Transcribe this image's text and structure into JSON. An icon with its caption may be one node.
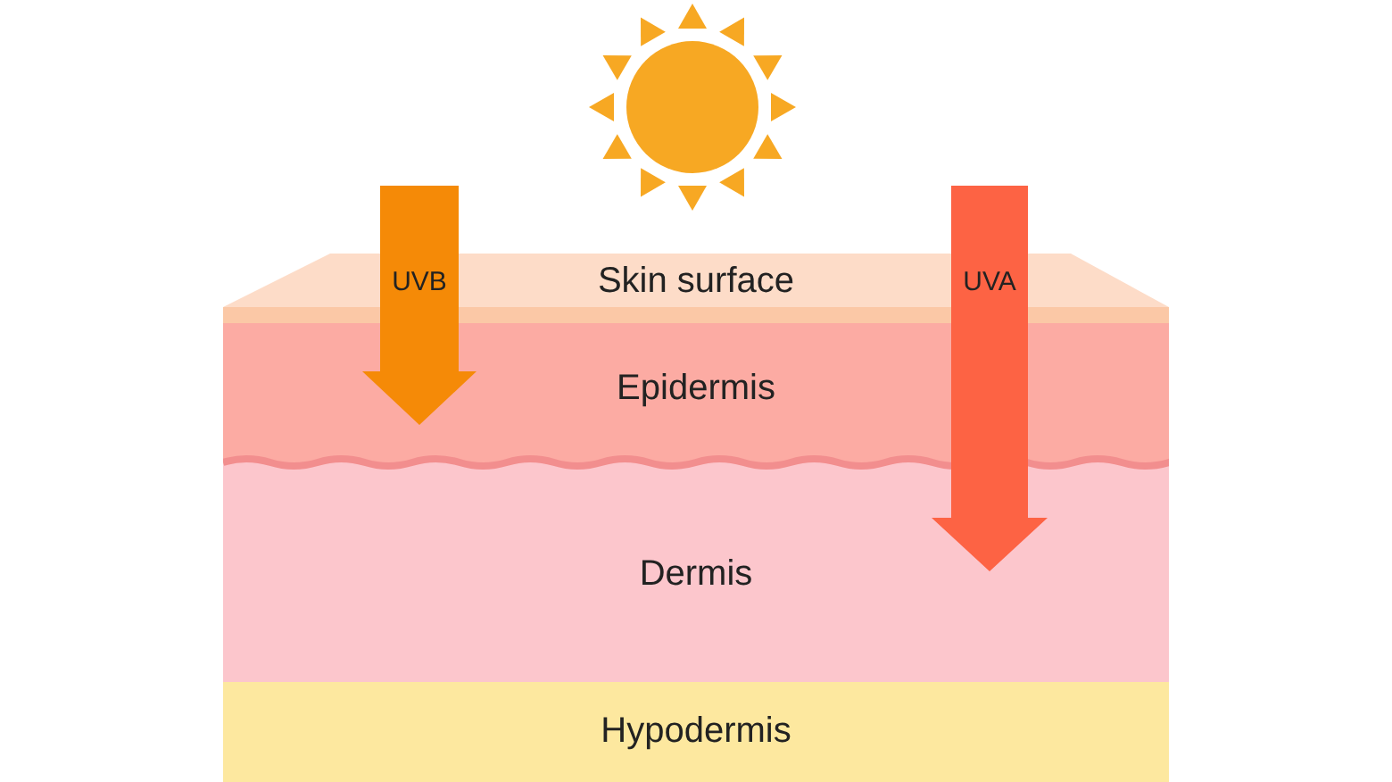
{
  "diagram": {
    "nodes": [
      {
        "text": [
          "Skin surface"
        ]
      },
      {
        "text": [
          "Epidermis"
        ]
      },
      {
        "text": [
          "Dermis"
        ]
      },
      {
        "text": [
          "Hypodermis"
        ]
      }
    ],
    "labels": [
      "UVB",
      "UVA"
    ]
  }
}
